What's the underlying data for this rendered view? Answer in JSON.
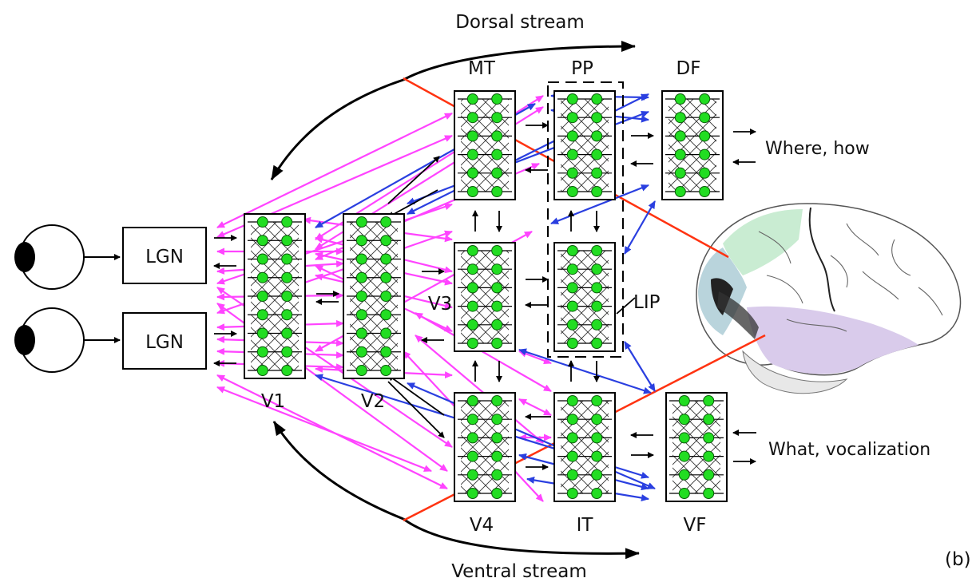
{
  "stream_labels": {
    "dorsal": "Dorsal stream",
    "ventral": "Ventral stream"
  },
  "boxes": {
    "lgn_top": "LGN",
    "lgn_bottom": "LGN"
  },
  "area_labels": {
    "v1": "V1",
    "v2": "V2",
    "v3": "V3",
    "v4": "V4",
    "mt": "MT",
    "pp": "PP",
    "df": "DF",
    "it": "IT",
    "vf": "VF",
    "lip": "LIP"
  },
  "outputs": {
    "where": "Where, how",
    "what": "What, vocalization"
  },
  "panel_label": "(b)",
  "colors": {
    "feedforward_feedback": "#ff44ff",
    "long_range": "#2a3fe0",
    "local": "#000000",
    "neuron": "#22dd22",
    "boundary_line": "#ff3311",
    "brain_frontal_highlight": "#c9ecd2",
    "brain_occipital_highlight": "#b9d4dc",
    "brain_temporal_highlight": "#d9cbeb"
  }
}
